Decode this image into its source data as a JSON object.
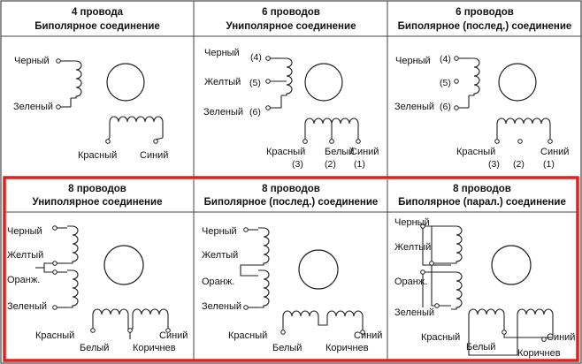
{
  "panels": [
    {
      "title1": "4 провода",
      "title2": "Биполярное соединение",
      "labels": {
        "black": "Черный",
        "green": "Зеленый",
        "red": "Красный",
        "blue": "Синий"
      }
    },
    {
      "title1": "6 проводов",
      "title2": "Униполярное соединение",
      "labels": {
        "black": "Черный",
        "yellow": "Желтый",
        "green": "Зеленый",
        "red": "Красный",
        "white": "Белый",
        "blue": "Синий"
      },
      "numbers": {
        "n4": "(4)",
        "n5": "(5)",
        "n6": "(6)",
        "n3": "(3)",
        "n2": "(2)",
        "n1": "(1)"
      }
    },
    {
      "title1": "6 проводов",
      "title2": "Биполярное (послед.) соединение",
      "labels": {
        "black": "Черный",
        "green": "Зеленый",
        "red": "Красный",
        "blue": "Синий"
      },
      "numbers": {
        "n4": "(4)",
        "n5": "(5)",
        "n6": "(6)",
        "n3": "(3)",
        "n2": "(2)",
        "n1": "(1)"
      }
    },
    {
      "title1": "8 проводов",
      "title2": "Униполярное соединение",
      "labels": {
        "black": "Черный",
        "yellow": "Желтый",
        "orange": "Оранж.",
        "green": "Зеленый",
        "red": "Красный",
        "white": "Белый",
        "brown": "Коричнев",
        "blue": "Синий"
      }
    },
    {
      "title1": "8 проводов",
      "title2": "Биполярное (послед.) соединение",
      "labels": {
        "black": "Черный",
        "yellow": "Желтый",
        "orange": "Оранж.",
        "green": "Зеленый",
        "red": "Красный",
        "white": "Белый",
        "brown": "Коричнев",
        "blue": "Синий"
      }
    },
    {
      "title1": "8 проводов",
      "title2": "Биполярное (парал.) соединение",
      "labels": {
        "black": "Черный",
        "yellow": "Желтый",
        "orange": "Оранж.",
        "green": "Зеленый",
        "red": "Красный",
        "white": "Белый",
        "brown": "Коричнев",
        "blue": "Синий"
      }
    }
  ],
  "colors": {
    "highlight": "#e3201b",
    "grid": "#444444",
    "wire": "#222222"
  }
}
